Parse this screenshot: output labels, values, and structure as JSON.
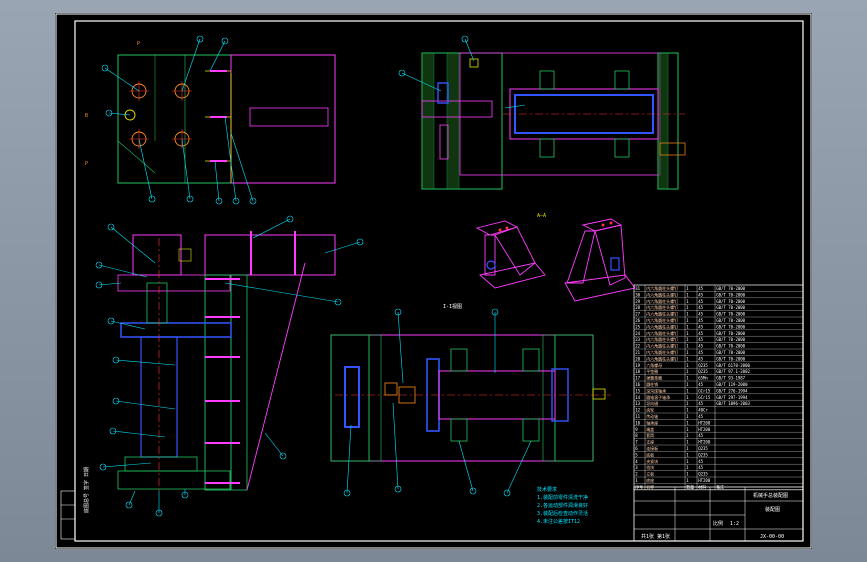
{
  "colors": {
    "frame": "#ffffff",
    "green": "#22c55e",
    "yellow": "#e5e600",
    "magenta": "#ff3cff",
    "cyan": "#00e5ff",
    "blue": "#3355ff",
    "red": "#ff3333",
    "orange": "#ff8c1a",
    "pale": "#ffd0b0"
  },
  "view_labels": {
    "iso_note": "A—A",
    "center_view": "I-I视图"
  },
  "notes": {
    "lines": [
      "技术要求",
      "1.装配前零件清洗干净",
      "2.各运动部件润滑良好",
      "3.装配后检查动作灵活",
      "4.未注公差按IT12"
    ]
  },
  "bom": {
    "rows": [
      [
        "31",
        "内六角圆柱头螺钉",
        "1",
        "45",
        "GB/T 70-2000"
      ],
      [
        "30",
        "内六角圆柱头螺钉",
        "1",
        "45",
        "GB/T 70-2000"
      ],
      [
        "29",
        "内六角圆柱头螺钉",
        "1",
        "45",
        "GB/T 70-2000"
      ],
      [
        "28",
        "内六角圆柱头螺钉",
        "1",
        "45",
        "GB/T 70-2000"
      ],
      [
        "27",
        "内六角圆柱头螺钉",
        "1",
        "45",
        "GB/T 70-2000"
      ],
      [
        "26",
        "内六角圆柱头螺钉",
        "1",
        "45",
        "GB/T 70-2000"
      ],
      [
        "25",
        "内六角圆柱头螺钉",
        "1",
        "45",
        "GB/T 70-2000"
      ],
      [
        "24",
        "内六角圆柱头螺钉",
        "1",
        "45",
        "GB/T 70-2000"
      ],
      [
        "23",
        "内六角圆柱头螺钉",
        "1",
        "45",
        "GB/T 70-2000"
      ],
      [
        "22",
        "内六角圆柱头螺钉",
        "1",
        "45",
        "GB/T 70-2000"
      ],
      [
        "21",
        "内六角圆柱头螺钉",
        "1",
        "45",
        "GB/T 70-2000"
      ],
      [
        "20",
        "内六角圆柱头螺钉",
        "1",
        "45",
        "GB/T 70-2000"
      ],
      [
        "19",
        "六角螺母",
        "1",
        "Q235",
        "GB/T 6170-2000"
      ],
      [
        "18",
        "平垫圈",
        "1",
        "Q235",
        "GB/T 97.1-2002"
      ],
      [
        "17",
        "弹簧垫圈",
        "1",
        "65Mn",
        "GB/T 93-1987"
      ],
      [
        "16",
        "圆柱销",
        "1",
        "45",
        "GB/T 119-2000"
      ],
      [
        "15",
        "深沟球轴承",
        "1",
        "GCr15",
        "GB/T 276-1994"
      ],
      [
        "14",
        "圆锥滚子轴承",
        "1",
        "GCr15",
        "GB/T 297-1994"
      ],
      [
        "13",
        "导向键",
        "1",
        "45",
        "GB/T 1096-2003"
      ],
      [
        "12",
        "齿轮",
        "1",
        "40Cr",
        ""
      ],
      [
        "11",
        "传动轴",
        "1",
        "45",
        ""
      ],
      [
        "10",
        "轴承座",
        "1",
        "HT200",
        ""
      ],
      [
        "9",
        "端盖",
        "1",
        "HT200",
        ""
      ],
      [
        "8",
        "套筒",
        "1",
        "45",
        ""
      ],
      [
        "7",
        "支座",
        "1",
        "HT200",
        ""
      ],
      [
        "6",
        "连接板",
        "1",
        "Q235",
        ""
      ],
      [
        "5",
        "底板",
        "1",
        "Q235",
        ""
      ],
      [
        "4",
        "夹紧块",
        "1",
        "45",
        ""
      ],
      [
        "3",
        "挡块",
        "1",
        "45",
        ""
      ],
      [
        "2",
        "立板",
        "1",
        "Q235",
        ""
      ],
      [
        "1",
        "底座",
        "1",
        "HT200",
        ""
      ]
    ],
    "header": [
      "序号",
      "名称",
      "数量",
      "材料",
      "备注"
    ]
  },
  "title_block": {
    "drawing_name": "机械手总装配图",
    "assembly": "装配图",
    "drawing_no": "JX-00-00",
    "sheet_info": "共1张 第1张",
    "scale_label": "比例",
    "scale": "1:2"
  },
  "side_strip": {
    "text": "底图总号 签字 日期"
  }
}
